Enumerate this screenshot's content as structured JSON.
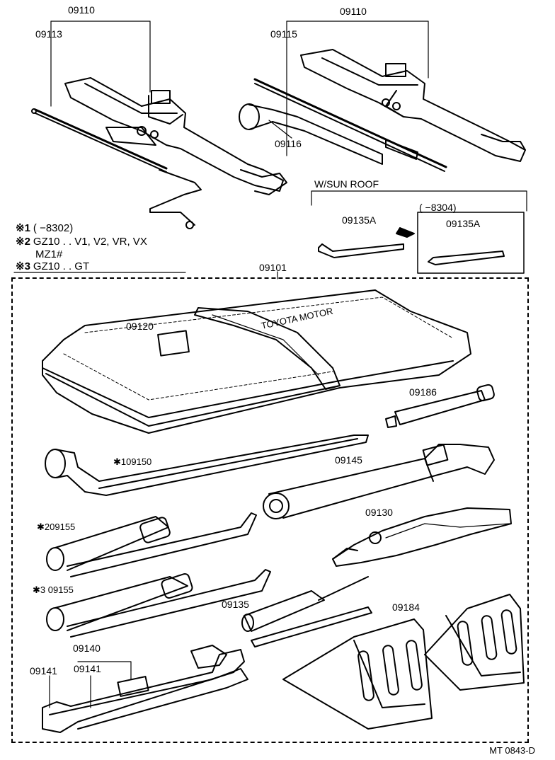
{
  "notes": [
    {
      "mark": "※1",
      "text": "(          −8302)"
    },
    {
      "mark": "※2",
      "text": "GZ10 . . V1, V2, VR, VX"
    },
    {
      "mark": "",
      "text": "MZ1#"
    },
    {
      "mark": "※3",
      "text": "GZ10 . . GT"
    }
  ],
  "labels": {
    "jack_left": "09110",
    "handle_left": "09113",
    "jack_right": "09110",
    "handle_right": "09115",
    "wrench_right": "09116",
    "sunroof_title": "W/SUN ROOF",
    "sunroof_a": "09135A",
    "sunroof_range": "(          −8304)",
    "sunroof_b": "09135A",
    "kit": "09101",
    "bag": "09120",
    "pump": "09186",
    "lug_wrench": "✱109150",
    "adj_wrench": "09145",
    "spanner_1": "✱209155",
    "pliers": "09130",
    "spanner_2": "✱3 09155",
    "screwdriver": "09135",
    "chocks": "09184",
    "wrench_set": "09140",
    "wrench_a": "09141",
    "wrench_b": "09141",
    "bag_brand": "TOYOTA MOTOR",
    "footer": "MT 0843-D"
  }
}
